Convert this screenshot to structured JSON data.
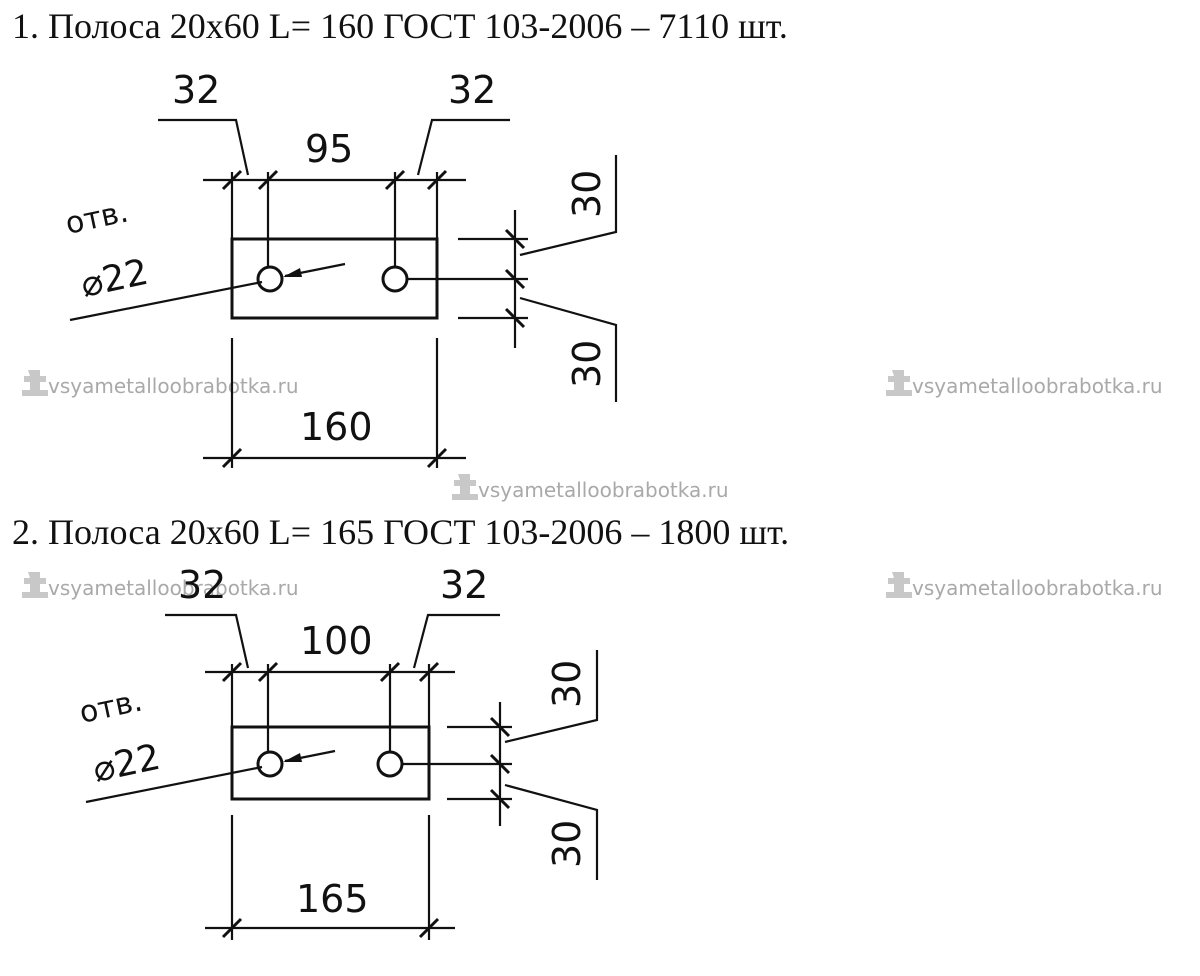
{
  "headings": [
    "1. Полоса 20х60 L= 160 ГОСТ 103-2006 – 7110 шт.",
    "2. Полоса 20х60 L= 165 ГОСТ 103-2006 – 1800 шт."
  ],
  "drawings": [
    {
      "edge_left": "32",
      "edge_right": "32",
      "hole_spacing": "95",
      "hole_note_line1": "отв.",
      "hole_note_line2": "⌀22",
      "width_top": "30",
      "width_bottom": "30",
      "length": "160"
    },
    {
      "edge_left": "32",
      "edge_right": "32",
      "hole_spacing": "100",
      "hole_note_line1": "отв.",
      "hole_note_line2": "⌀22",
      "width_top": "30",
      "width_bottom": "30",
      "length": "165"
    }
  ],
  "watermark": "vsyametalloobrabotka.ru"
}
